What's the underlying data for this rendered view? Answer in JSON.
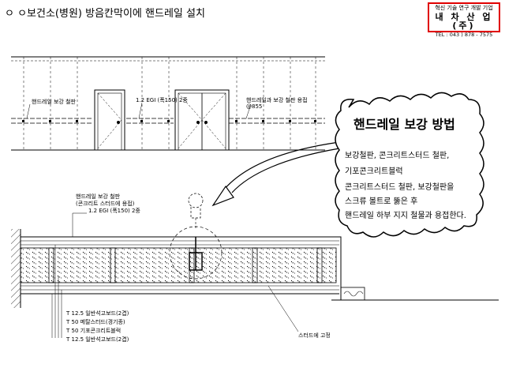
{
  "title": "ㅇ ㅇ보건소(병원) 방음칸막이에 핸드레일 설치",
  "logo": {
    "tagline": "혁신 기술 연구 개발 기업",
    "name": "내 차 산 업 (주)",
    "tel": "TEL : 043 ) 878 - 7575"
  },
  "elevation": {
    "label_left": "핸드레일 보강 철판",
    "label_mid": "1.2 EGI (폭150) 2중",
    "label_right_1": "핸드레일과 보강 철판 용접",
    "label_right_2": "@855"
  },
  "section": {
    "note_1": "핸드레일 보강 철판",
    "note_2": "(콘크리트 스터드에 용접)",
    "note_3": "1.2 EGI (폭150) 2중",
    "layers": [
      "T 12.5  일반석고보드(2겹)",
      "T 50    메탈스터드(경기종)",
      "T 50    기포콘크리트블럭",
      "T 12.5  일반석고보드(2겹)"
    ],
    "stud_note": "스터드에 고정"
  },
  "callout": {
    "title": "핸드레일 보강 방법",
    "lines": [
      "보강철판, 콘크리트스터드 철판,",
      "기포콘크리트블럭",
      "콘크리트스터드 철판, 보강철판을",
      "스크류 볼트로 뚫은 후",
      "핸드레일 하부 지지 철물과 용접한다."
    ]
  }
}
